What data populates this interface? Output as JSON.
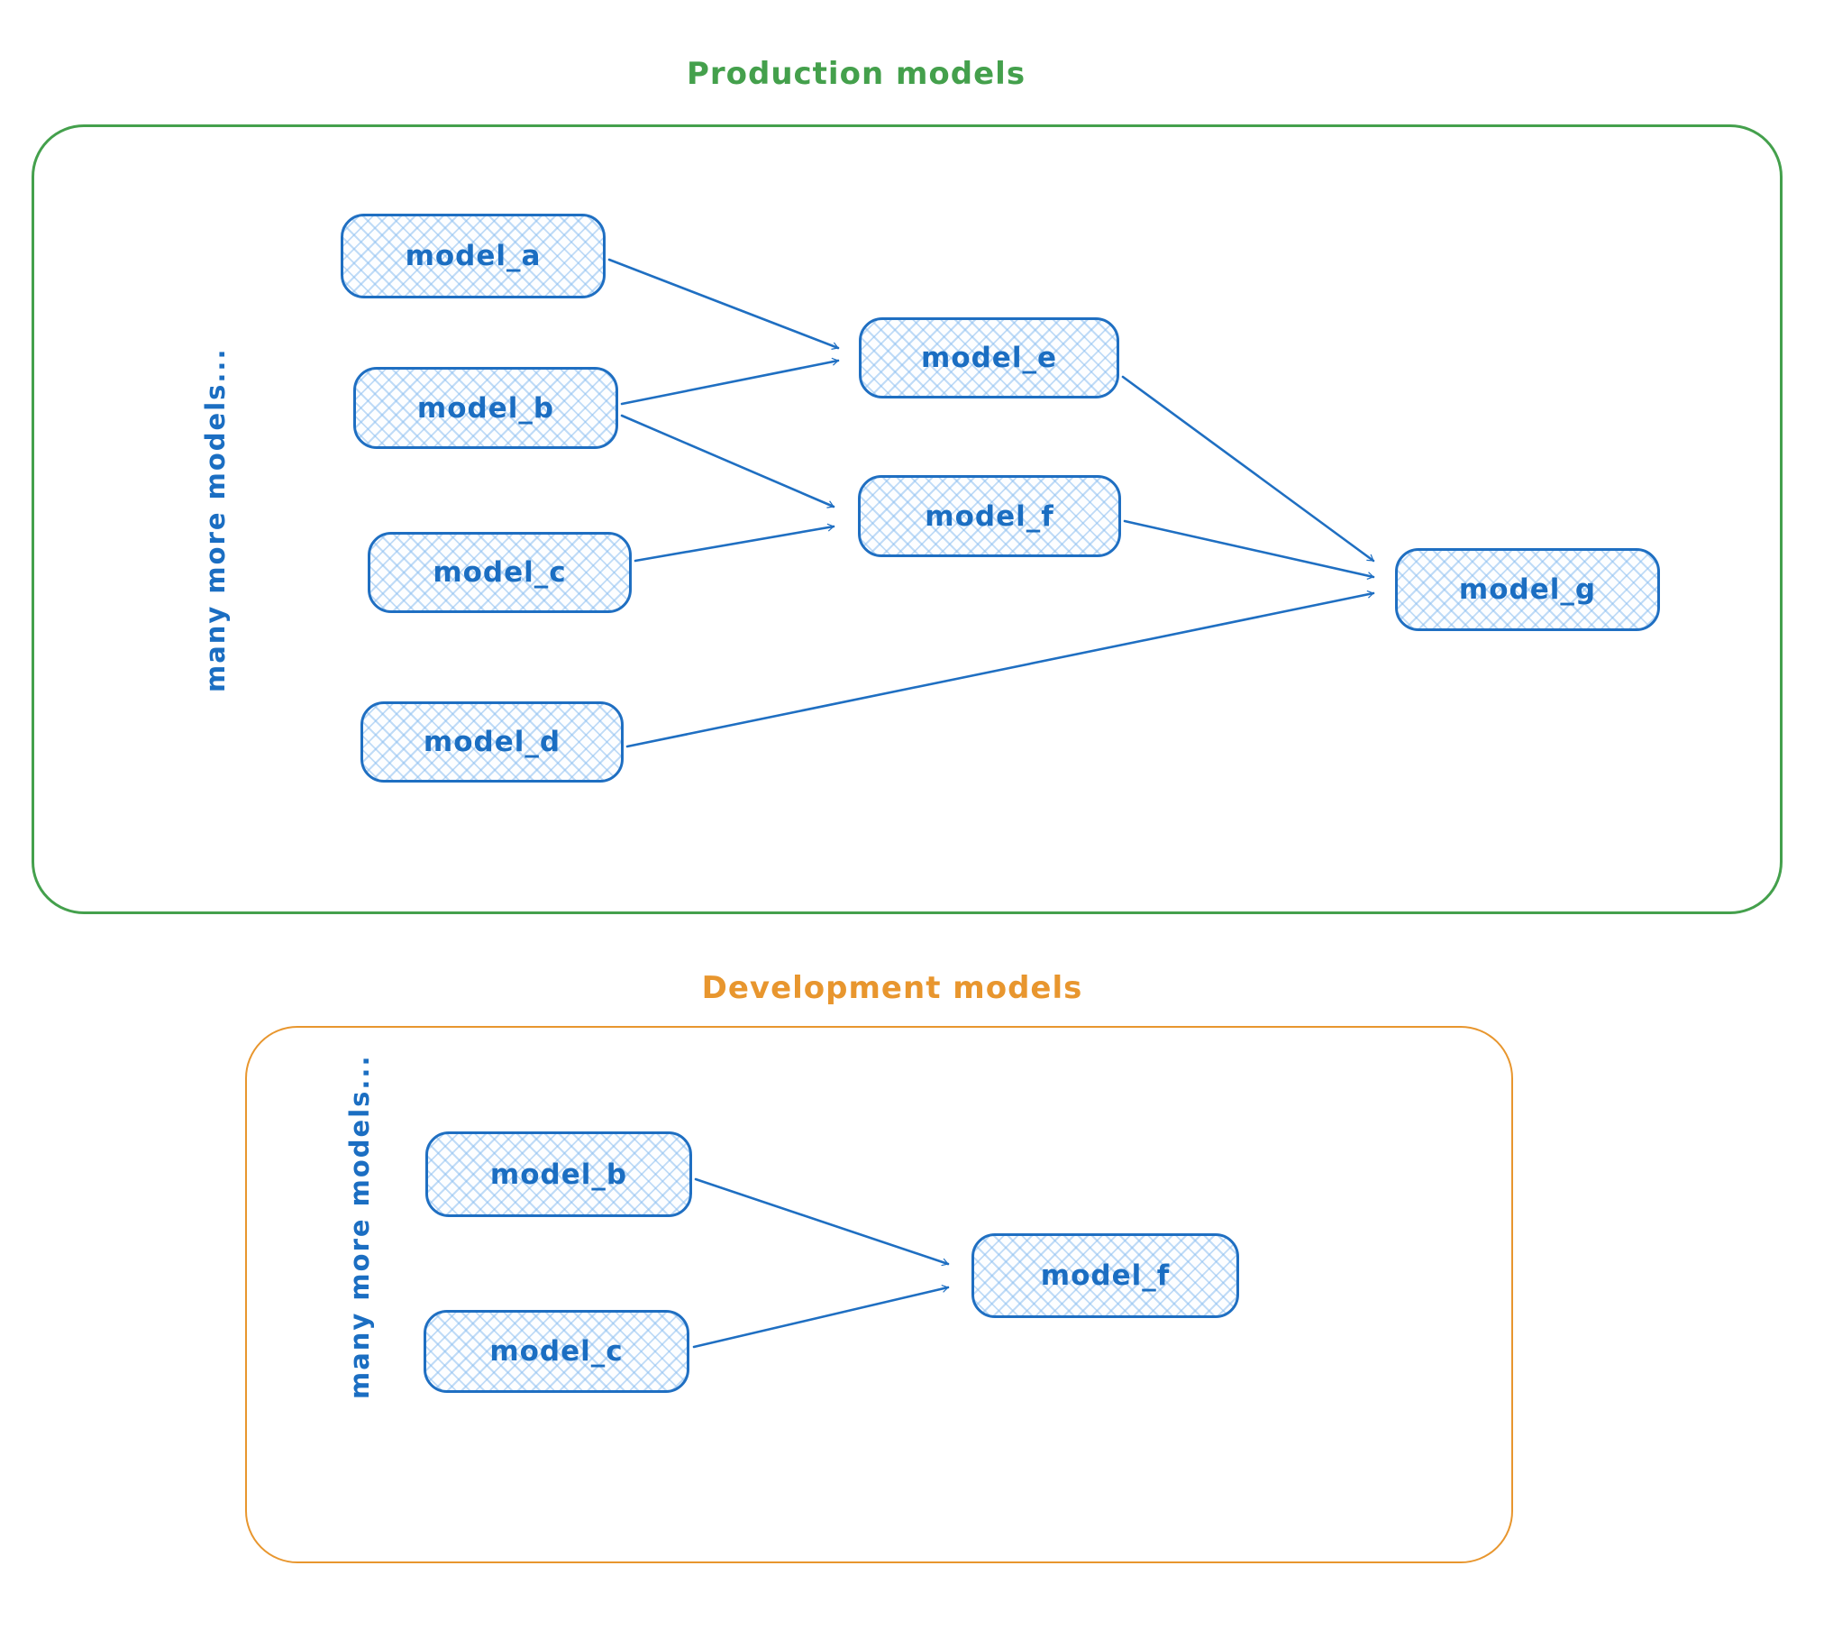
{
  "colors": {
    "node_stroke": "#1f6fc2",
    "node_text": "#1b6ec2",
    "production_accent": "#44a04c",
    "development_accent": "#e8962e"
  },
  "production": {
    "title": "Production models",
    "side_label": "many more models...",
    "nodes": [
      {
        "id": "model_a",
        "label": "model_a"
      },
      {
        "id": "model_b",
        "label": "model_b"
      },
      {
        "id": "model_c",
        "label": "model_c"
      },
      {
        "id": "model_d",
        "label": "model_d"
      },
      {
        "id": "model_e",
        "label": "model_e"
      },
      {
        "id": "model_f",
        "label": "model_f"
      },
      {
        "id": "model_g",
        "label": "model_g"
      }
    ],
    "edges": [
      {
        "from": "model_a",
        "to": "model_e"
      },
      {
        "from": "model_b",
        "to": "model_e"
      },
      {
        "from": "model_b",
        "to": "model_f"
      },
      {
        "from": "model_c",
        "to": "model_f"
      },
      {
        "from": "model_e",
        "to": "model_g"
      },
      {
        "from": "model_f",
        "to": "model_g"
      },
      {
        "from": "model_d",
        "to": "model_g"
      }
    ]
  },
  "development": {
    "title": "Development models",
    "side_label": "many more models...",
    "nodes": [
      {
        "id": "model_b",
        "label": "model_b"
      },
      {
        "id": "model_c",
        "label": "model_c"
      },
      {
        "id": "model_f",
        "label": "model_f"
      }
    ],
    "edges": [
      {
        "from": "model_b",
        "to": "model_f"
      },
      {
        "from": "model_c",
        "to": "model_f"
      }
    ]
  }
}
